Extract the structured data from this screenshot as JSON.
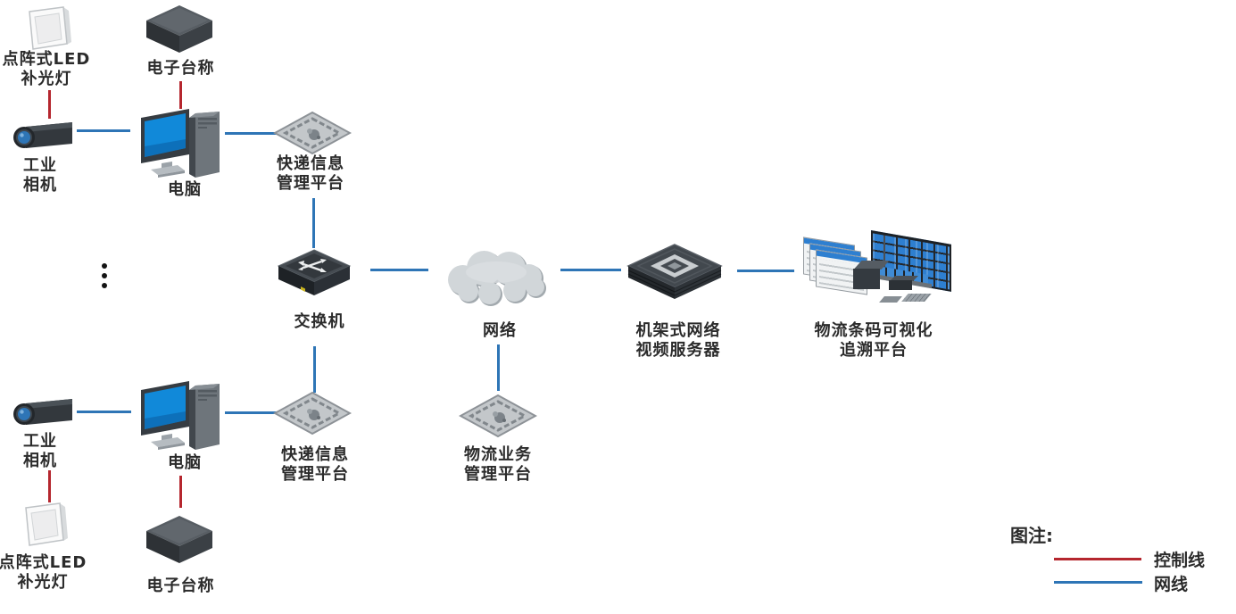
{
  "diagram": {
    "type": "network-topology",
    "background": "#ffffff",
    "colors": {
      "control_line": "#b5262e",
      "network_line": "#2e75b6",
      "text": "#2b2b2b"
    },
    "nodes": {
      "led_top": {
        "label": [
          "点阵式LED",
          "补光灯"
        ],
        "icon": "led-light-icon"
      },
      "scale_top": {
        "label": [
          "电子台称"
        ],
        "icon": "electronic-scale-icon"
      },
      "camera_top": {
        "label": [
          "工业",
          "相机"
        ],
        "icon": "industrial-camera-icon"
      },
      "computer_top": {
        "label": [
          "电脑"
        ],
        "icon": "desktop-computer-icon"
      },
      "express_platform_top": {
        "label": [
          "快递信息",
          "管理平台"
        ],
        "icon": "software-platform-icon"
      },
      "switch": {
        "label": [
          "交换机"
        ],
        "icon": "network-switch-icon"
      },
      "network": {
        "label": [
          "网络"
        ],
        "icon": "cloud-icon"
      },
      "rack_server": {
        "label": [
          "机架式网络",
          "视频服务器"
        ],
        "icon": "rack-server-icon"
      },
      "trace_platform": {
        "label": [
          "物流条码可视化",
          "追溯平台"
        ],
        "icon": "visualization-platform-icon"
      },
      "camera_bottom": {
        "label": [
          "工业",
          "相机"
        ],
        "icon": "industrial-camera-icon"
      },
      "computer_bottom": {
        "label": [
          "电脑"
        ],
        "icon": "desktop-computer-icon"
      },
      "express_platform_bottom": {
        "label": [
          "快递信息",
          "管理平台"
        ],
        "icon": "software-platform-icon"
      },
      "logistics_platform": {
        "label": [
          "物流业务",
          "管理平台"
        ],
        "icon": "software-platform-icon"
      },
      "scale_bottom": {
        "label": [
          "电子台称"
        ],
        "icon": "electronic-scale-icon"
      },
      "led_bottom": {
        "label": [
          "点阵式LED",
          "补光灯"
        ],
        "icon": "led-light-icon"
      }
    },
    "legend": {
      "title": "图注:",
      "items": [
        {
          "label": "控制线",
          "color": "#b5262e",
          "line": "control"
        },
        {
          "label": "网线",
          "color": "#2e75b6",
          "line": "network"
        }
      ]
    }
  }
}
